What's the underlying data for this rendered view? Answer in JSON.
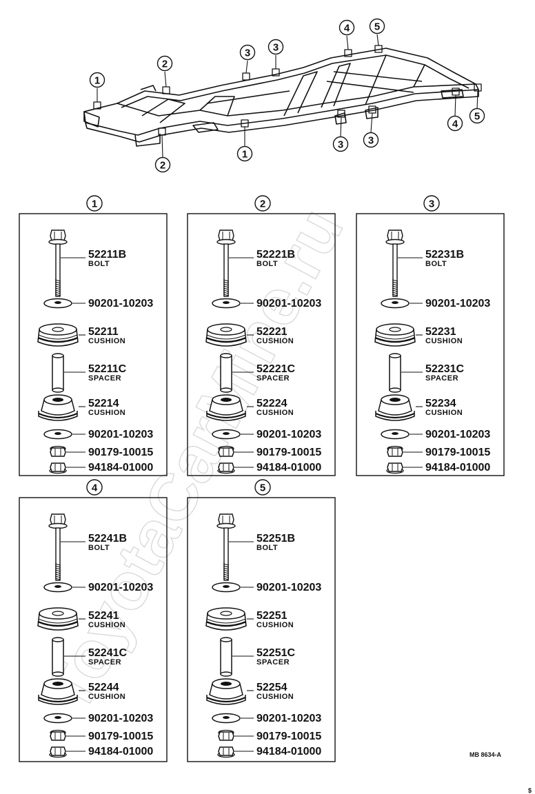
{
  "watermark": "ToyotaCarMine.ru",
  "diagram_ref": "MB 8634-A",
  "frame_callouts": [
    {
      "label": "1"
    },
    {
      "label": "2"
    },
    {
      "label": "3"
    },
    {
      "label": "3"
    },
    {
      "label": "4"
    },
    {
      "label": "5"
    },
    {
      "label": "2"
    },
    {
      "label": "1"
    },
    {
      "label": "3"
    },
    {
      "label": "3"
    },
    {
      "label": "4"
    },
    {
      "label": "5"
    }
  ],
  "groups": [
    {
      "id": "1",
      "parts": [
        {
          "kind": "bolt",
          "number": "52211B",
          "name": "BOLT"
        },
        {
          "kind": "washer",
          "number": "90201-10203",
          "name": ""
        },
        {
          "kind": "cushion-upper",
          "number": "52211",
          "name": "CUSHION"
        },
        {
          "kind": "spacer",
          "number": "52211C",
          "name": "SPACER"
        },
        {
          "kind": "cushion-lower",
          "number": "52214",
          "name": "CUSHION"
        },
        {
          "kind": "washer",
          "number": "90201-10203",
          "name": ""
        },
        {
          "kind": "nut",
          "number": "90179-10015",
          "name": ""
        },
        {
          "kind": "nut",
          "number": "94184-01000",
          "name": ""
        }
      ]
    },
    {
      "id": "2",
      "parts": [
        {
          "kind": "bolt",
          "number": "52221B",
          "name": "BOLT"
        },
        {
          "kind": "washer",
          "number": "90201-10203",
          "name": ""
        },
        {
          "kind": "cushion-upper",
          "number": "52221",
          "name": "CUSHION"
        },
        {
          "kind": "spacer",
          "number": "52221C",
          "name": "SPACER"
        },
        {
          "kind": "cushion-lower",
          "number": "52224",
          "name": "CUSHION"
        },
        {
          "kind": "washer",
          "number": "90201-10203",
          "name": ""
        },
        {
          "kind": "nut",
          "number": "90179-10015",
          "name": ""
        },
        {
          "kind": "nut",
          "number": "94184-01000",
          "name": ""
        }
      ]
    },
    {
      "id": "3",
      "parts": [
        {
          "kind": "bolt",
          "number": "52231B",
          "name": "BOLT"
        },
        {
          "kind": "washer",
          "number": "90201-10203",
          "name": ""
        },
        {
          "kind": "cushion-upper",
          "number": "52231",
          "name": "CUSHION"
        },
        {
          "kind": "spacer",
          "number": "52231C",
          "name": "SPACER"
        },
        {
          "kind": "cushion-lower",
          "number": "52234",
          "name": "CUSHION"
        },
        {
          "kind": "washer",
          "number": "90201-10203",
          "name": ""
        },
        {
          "kind": "nut",
          "number": "90179-10015",
          "name": ""
        },
        {
          "kind": "nut",
          "number": "94184-01000",
          "name": ""
        }
      ]
    },
    {
      "id": "4",
      "parts": [
        {
          "kind": "bolt",
          "number": "52241B",
          "name": "BOLT"
        },
        {
          "kind": "washer",
          "number": "90201-10203",
          "name": ""
        },
        {
          "kind": "cushion-upper",
          "number": "52241",
          "name": "CUSHION"
        },
        {
          "kind": "spacer",
          "number": "52241C",
          "name": "SPACER"
        },
        {
          "kind": "cushion-lower",
          "number": "52244",
          "name": "CUSHION"
        },
        {
          "kind": "washer",
          "number": "90201-10203",
          "name": ""
        },
        {
          "kind": "nut",
          "number": "90179-10015",
          "name": ""
        },
        {
          "kind": "nut",
          "number": "94184-01000",
          "name": ""
        }
      ]
    },
    {
      "id": "5",
      "parts": [
        {
          "kind": "bolt",
          "number": "52251B",
          "name": "BOLT"
        },
        {
          "kind": "washer",
          "number": "90201-10203",
          "name": ""
        },
        {
          "kind": "cushion-upper",
          "number": "52251",
          "name": "CUSHION"
        },
        {
          "kind": "spacer",
          "number": "52251C",
          "name": "SPACER"
        },
        {
          "kind": "cushion-lower",
          "number": "52254",
          "name": "CUSHION"
        },
        {
          "kind": "washer",
          "number": "90201-10203",
          "name": ""
        },
        {
          "kind": "nut",
          "number": "90179-10015",
          "name": ""
        },
        {
          "kind": "nut",
          "number": "94184-01000",
          "name": ""
        }
      ]
    }
  ]
}
